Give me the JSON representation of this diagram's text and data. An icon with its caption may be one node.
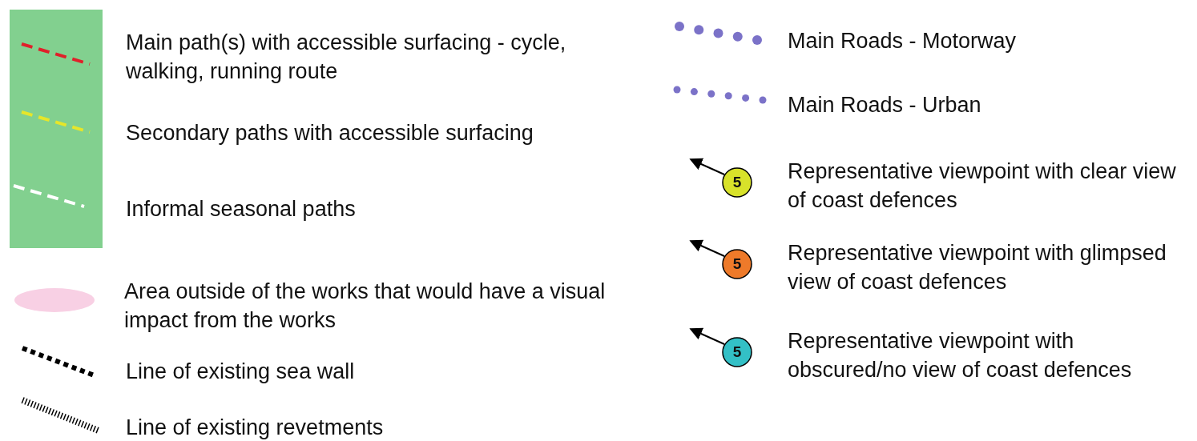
{
  "diagram": {
    "labels": [
      "5",
      "5",
      "5"
    ],
    "legend": [
      {
        "text": "Main path(s) with accessible surfacing - cycle, walking, running route"
      },
      {
        "text": "Secondary paths with accessible surfacing"
      },
      {
        "text": "Informal seasonal paths"
      },
      {
        "text": "Area outside of the works that would have a visual impact from the works",
        "color": "#f8d0e4"
      },
      {
        "text": "Line of existing sea wall"
      },
      {
        "text": "Line of existing revetments"
      },
      {
        "text": "Main Roads - Motorway"
      },
      {
        "text": "Main Roads - Urban"
      },
      {
        "text": "Representative viewpoint with clear view of coast defences"
      },
      {
        "text": "Representative viewpoint with glimpsed view of coast defences"
      },
      {
        "text": "Representative viewpoint with obscured/no view of coast defences"
      }
    ]
  }
}
